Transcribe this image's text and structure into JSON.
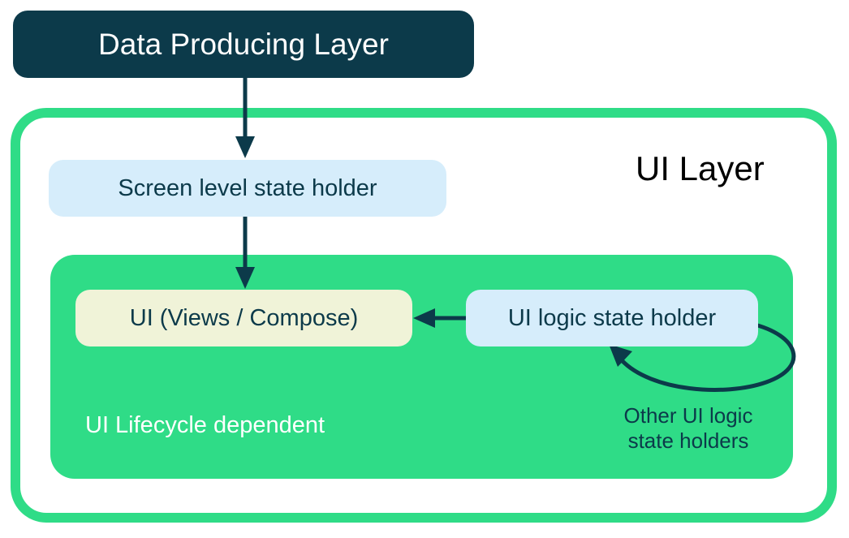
{
  "colors": {
    "dark_navy": "#0c3a4a",
    "green": "#2fdc87",
    "light_blue": "#d6edfb",
    "cream": "#f0f3d8",
    "white": "#ffffff",
    "black": "#000000"
  },
  "diagram": {
    "data_producing_layer_label": "Data Producing Layer",
    "ui_layer": {
      "title": "UI Layer",
      "screen_state_holder_label": "Screen level state holder",
      "lifecycle_region": {
        "caption": "UI Lifecycle dependent",
        "ui_views_label": "UI (Views / Compose)",
        "ui_logic_state_holder_label": "UI logic state holder",
        "other_holders_note": {
          "line1": "Other UI logic",
          "line2": "state holders"
        }
      }
    },
    "arrows": {
      "data_to_screen_state": "down-arrow",
      "screen_state_to_ui": "down-arrow",
      "ui_logic_to_ui": "left-arrow",
      "ui_logic_self_loop": "curved-loop-arrow"
    }
  }
}
